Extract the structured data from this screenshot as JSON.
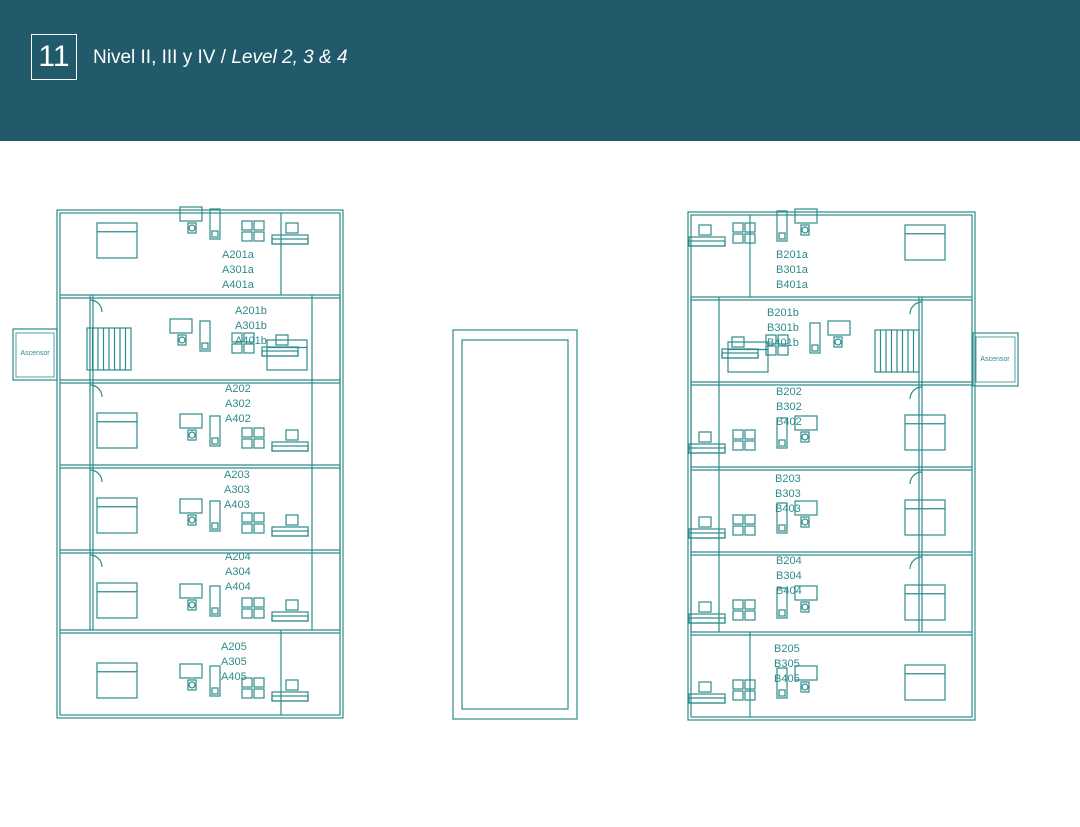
{
  "header": {
    "page_number": "11",
    "title_es": "Nivel II, III y IV",
    "separator": "/",
    "title_en": "Level 2, 3 & 4"
  },
  "colors": {
    "header_bg": "#215a6b",
    "plan_line": "#2e8b8b",
    "text": "#ffffff"
  },
  "plan_labels": {
    "elevator": "Ascensor",
    "building_a": [
      [
        "A201a",
        "A301a",
        "A401a"
      ],
      [
        "A201b",
        "A301b",
        "A401b"
      ],
      [
        "A202",
        "A302",
        "A402"
      ],
      [
        "A203",
        "A303",
        "A403"
      ],
      [
        "A204",
        "A304",
        "A404"
      ],
      [
        "A205",
        "A305",
        "A405"
      ]
    ],
    "building_b": [
      [
        "B201a",
        "B301a",
        "B401a"
      ],
      [
        "B201b",
        "B301b",
        "B401b"
      ],
      [
        "B202",
        "B302",
        "B402"
      ],
      [
        "B203",
        "B303",
        "B403"
      ],
      [
        "B204",
        "B304",
        "B404"
      ],
      [
        "B205",
        "B305",
        "B405"
      ]
    ]
  }
}
